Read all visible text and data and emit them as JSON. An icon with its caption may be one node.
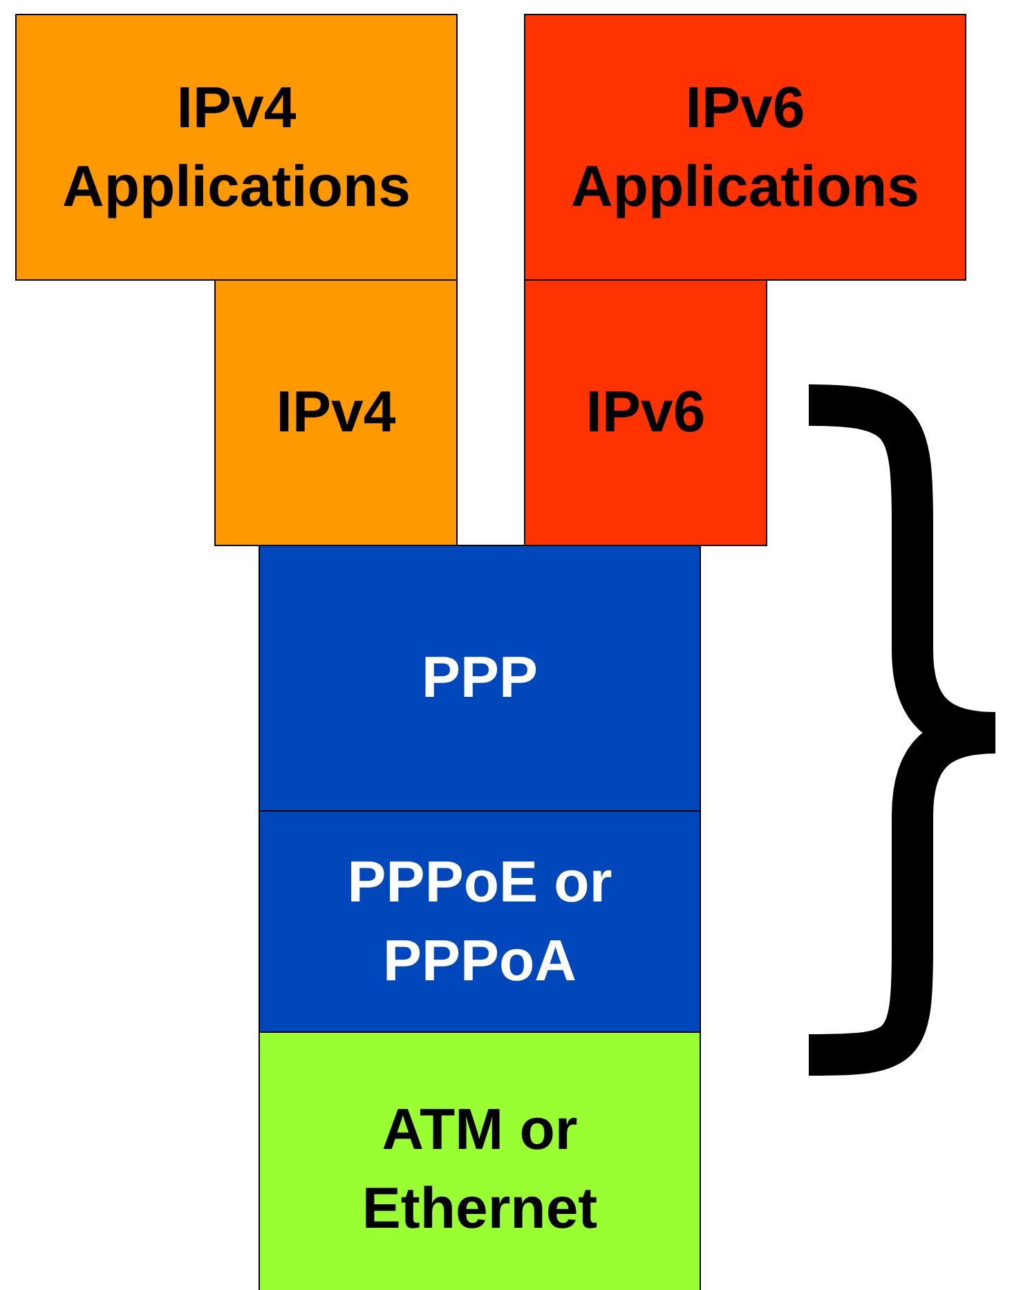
{
  "diagram": {
    "nodes": [
      {
        "text": [
          "IPv4 Applications"
        ]
      },
      {
        "text": [
          "IPv6 Applications"
        ]
      },
      {
        "text": [
          "IPv4"
        ]
      },
      {
        "text": [
          "IPv6"
        ]
      },
      {
        "text": [
          "PPP"
        ]
      },
      {
        "text": [
          "PPPoE or PPPoA"
        ]
      },
      {
        "text": [
          "ATM or Ethernet"
        ]
      }
    ]
  }
}
